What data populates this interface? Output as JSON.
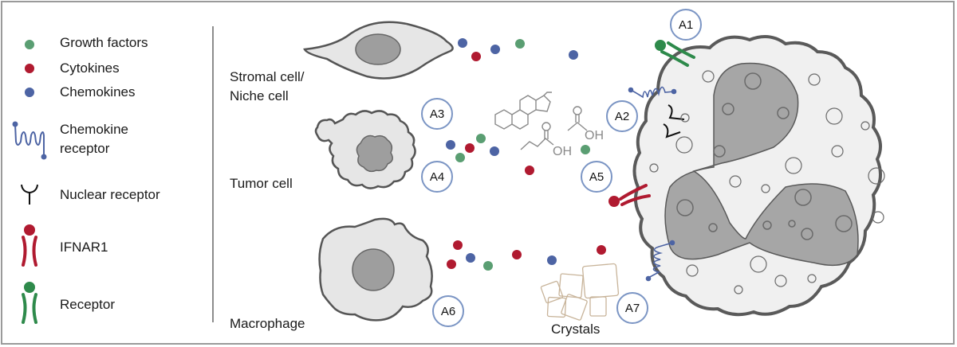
{
  "colors": {
    "growth_factor": "#5a9e72",
    "cytokine": "#b01a30",
    "chemokine": "#4d64a4",
    "receptor": "#2e8a4b",
    "ifnar1": "#b01a30",
    "nuclear_receptor": "#111111",
    "annotation_ring": "#7b95c4",
    "crystal": "#c8b49a",
    "cell_fill": "#e6e6e6",
    "nucleus_fill": "#9e9e9e"
  },
  "legend": {
    "items": [
      {
        "icon": "growth-factor-dot",
        "label": "Growth factors"
      },
      {
        "icon": "cytokine-dot",
        "label": "Cytokines"
      },
      {
        "icon": "chemokine-dot",
        "label": "Chemokines"
      },
      {
        "icon": "chemokine-receptor-icon",
        "label": "Chemokine receptor"
      },
      {
        "icon": "nuclear-receptor-icon",
        "label": "Nuclear receptor"
      },
      {
        "icon": "ifnar1-icon",
        "label": "IFNAR1"
      },
      {
        "icon": "receptor-icon",
        "label": "Receptor"
      }
    ],
    "chemokine_receptor_line1": "Chemokine",
    "chemokine_receptor_line2": "receptor"
  },
  "cells": {
    "stromal_line1": "Stromal cell/",
    "stromal_line2": "Niche cell",
    "tumor": "Tumor cell",
    "macrophage": "Macrophage",
    "crystals": "Crystals"
  },
  "molecules": {
    "oh1": "OH",
    "oh2": "OH"
  },
  "annotations": [
    "A1",
    "A2",
    "A3",
    "A4",
    "A5",
    "A6",
    "A7"
  ]
}
